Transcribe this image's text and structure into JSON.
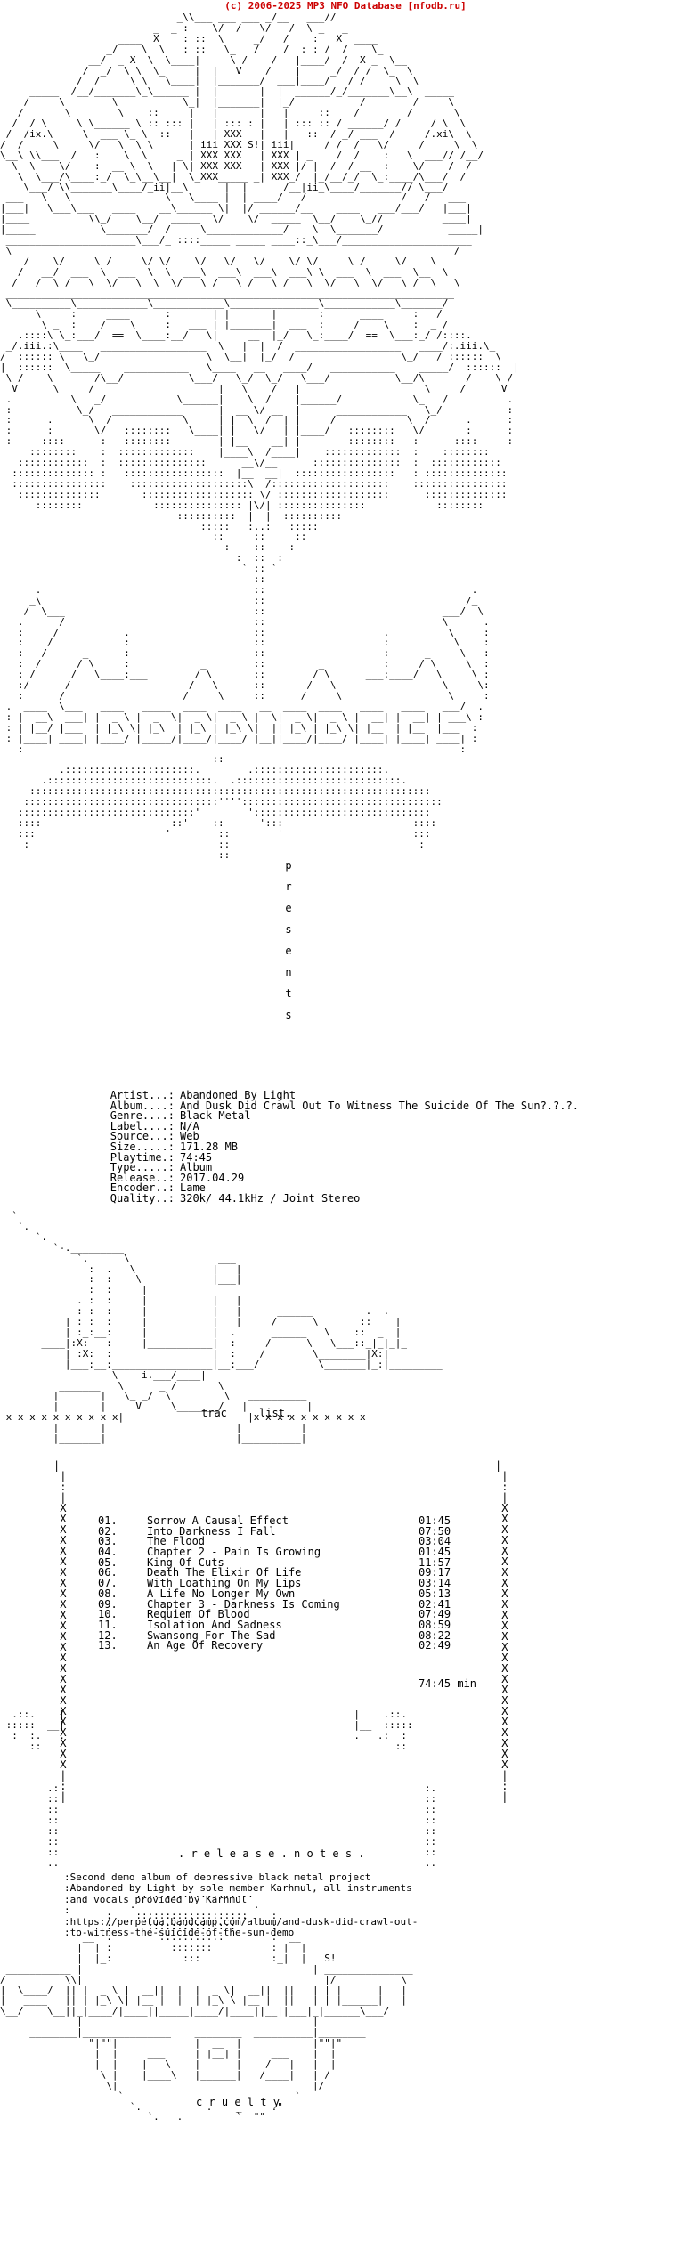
{
  "header": {
    "copyright": "(c) 2006-2025 MP3 NFO Database [nfodb.ru]"
  },
  "presents": [
    "p",
    "r",
    "e",
    "s",
    "e",
    "n",
    "t",
    "s"
  ],
  "info": {
    "rows": [
      {
        "key": "Artist...:",
        "value": "Abandoned By Light"
      },
      {
        "key": "Album....:",
        "value": "And Dusk Did Crawl Out To Witness The Suicide Of The Sun?.?.?."
      },
      {
        "key": "Genre....:",
        "value": "Black Metal"
      },
      {
        "key": "Label....:",
        "value": "N/A"
      },
      {
        "key": "Source...:",
        "value": "Web"
      },
      {
        "key": "Size.....:",
        "value": "171.28 MB"
      },
      {
        "key": "Playtime.:",
        "value": "74:45"
      },
      {
        "key": "Type.....:",
        "value": "Album"
      },
      {
        "key": "Release..:",
        "value": "2017.04.29"
      },
      {
        "key": "Encoder..:",
        "value": "Lame"
      },
      {
        "key": "Quality..:",
        "value": "320k/ 44.1kHz / Joint Stereo"
      }
    ]
  },
  "tracklist": {
    "label": "trac     list.",
    "x_row": "x x x x x x x x x x",
    "tracks": [
      {
        "num": "01.",
        "title": "Sorrow A Causal Effect",
        "time": "01:45"
      },
      {
        "num": "02.",
        "title": "Into Darkness I Fall",
        "time": "07:50"
      },
      {
        "num": "03.",
        "title": "The Flood",
        "time": "03:04"
      },
      {
        "num": "04.",
        "title": "Chapter 2 - Pain Is Growing",
        "time": "01:45"
      },
      {
        "num": "05.",
        "title": "King Of Cuts",
        "time": "11:57"
      },
      {
        "num": "06.",
        "title": "Death The Elixir Of Life",
        "time": "09:17"
      },
      {
        "num": "07.",
        "title": "With Loathing On My Lips",
        "time": "03:14"
      },
      {
        "num": "08.",
        "title": "A Life No Longer My Own",
        "time": "05:13"
      },
      {
        "num": "09.",
        "title": "Chapter 3 - Darkness Is Coming",
        "time": "02:41"
      },
      {
        "num": "10.",
        "title": "Requiem Of Blood",
        "time": "07:49"
      },
      {
        "num": "11.",
        "title": "Isolation And Sadness",
        "time": "08:59"
      },
      {
        "num": "12.",
        "title": "Swansong For The Sad",
        "time": "08:22"
      },
      {
        "num": "13.",
        "title": "An Age Of Recovery",
        "time": "02:49"
      }
    ],
    "total": "74:45 min"
  },
  "release_notes": {
    "label": ". r e l e a s e . n o t e s .",
    "lines": [
      ":Second demo album of depressive black metal project",
      ":Abandoned by Light by sole member Karhmul, all instruments",
      ":and vocals provided by Karhmul",
      ":",
      ":https://perpetua.bandcamp.com/album/and-dusk-did-crawl-out-",
      ":to-witness-the-suicide-of-the-sun-demo"
    ]
  },
  "footer": {
    "cruelty": "c r u e l t y",
    "s_mark": "S!"
  }
}
